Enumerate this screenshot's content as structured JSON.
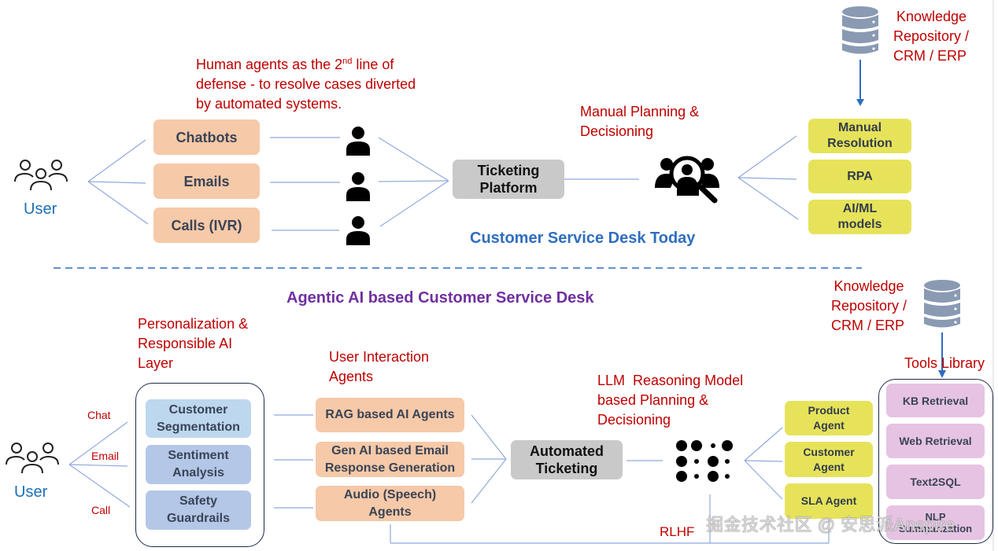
{
  "top": {
    "user_label": "User",
    "channels": [
      "Chatbots",
      "Emails",
      "Calls (IVR)"
    ],
    "human_agents_note": {
      "line1_prefix": "Human agents as the 2",
      "line1_sup": "nd",
      "line1_suffix": " line of",
      "line2": "defense - to resolve cases diverted",
      "line3": "by automated systems."
    },
    "ticketing": [
      "Ticketing",
      "Platform"
    ],
    "planning_note": [
      "Manual Planning &",
      "Decisioning"
    ],
    "knowledge": [
      "Knowledge",
      "Repository /",
      "CRM / ERP"
    ],
    "resolutions": [
      {
        "lines": [
          "Manual",
          "Resolution"
        ]
      },
      {
        "lines": [
          "RPA"
        ]
      },
      {
        "lines": [
          "AI/ML",
          "models"
        ]
      }
    ],
    "section_title": "Customer Service Desk Today"
  },
  "bottom": {
    "section_title": "Agentic AI based Customer Service Desk",
    "user_label": "User",
    "channel_labels": [
      "Chat",
      "Email",
      "Call"
    ],
    "personalization_note": [
      "Personalization &",
      "Responsible AI",
      "Layer"
    ],
    "personalization_items": [
      {
        "lines": [
          "Customer",
          "Segmentation"
        ]
      },
      {
        "lines": [
          "Sentiment",
          "Analysis"
        ]
      },
      {
        "lines": [
          "Safety",
          "Guardrails"
        ]
      }
    ],
    "interaction_note": [
      "User Interaction",
      "Agents"
    ],
    "interaction_agents": [
      {
        "lines": [
          "RAG based AI Agents"
        ]
      },
      {
        "lines": [
          "Gen AI based Email",
          "Response Generation"
        ]
      },
      {
        "lines": [
          "Audio (Speech)",
          "Agents"
        ]
      }
    ],
    "ticketing": [
      "Automated",
      "Ticketing"
    ],
    "reasoning_note": [
      "LLM  Reasoning Model",
      "based Planning &",
      "Decisioning"
    ],
    "specialist_agents": [
      {
        "lines": [
          "Product",
          "Agent"
        ]
      },
      {
        "lines": [
          "Customer",
          "Agent"
        ]
      },
      {
        "lines": [
          "SLA Agent"
        ]
      }
    ],
    "knowledge": [
      "Knowledge",
      "Repository /",
      "CRM / ERP"
    ],
    "tools_label": "Tools Library",
    "tools": [
      "KB Retrieval",
      "Web Retrieval",
      "Text2SQL",
      "NLP Summarization"
    ],
    "feedback_label": "RLHF"
  },
  "watermark": "掘金技术社区 @ 安思派Anspire",
  "colors": {
    "accent_red": "#c00000",
    "title_blue": "#2f6ebf",
    "title_purple": "#7030a0",
    "line_blue": "#8fa9dc"
  }
}
